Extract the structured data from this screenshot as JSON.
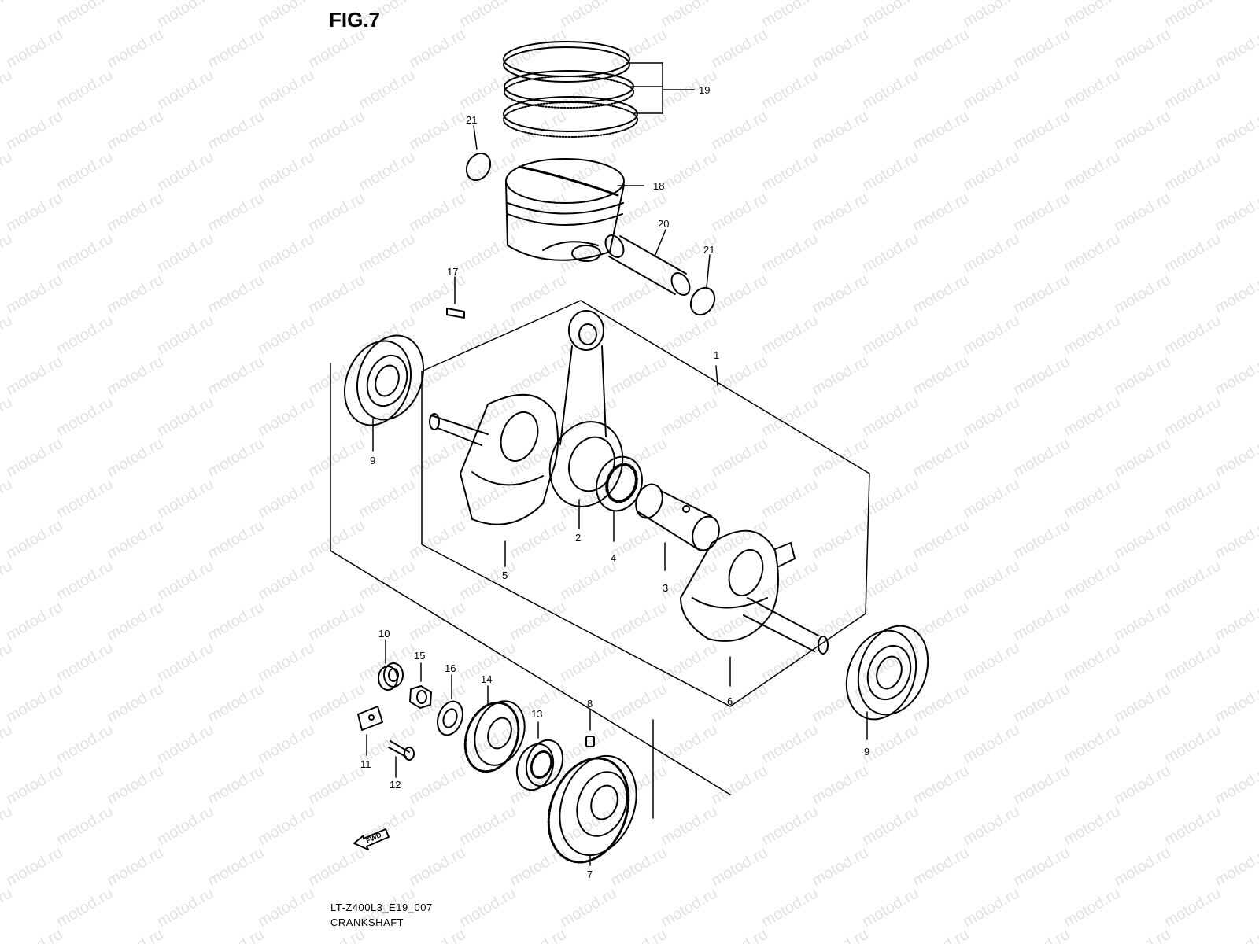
{
  "figure_title": "FIG.7",
  "watermark": "motod.ru",
  "fwd_label": "FWD",
  "caption_code": "LT-Z400L3_E19_007",
  "caption_name": "CRANKSHAFT",
  "callouts": {
    "c1": "1",
    "c2": "2",
    "c3": "3",
    "c4": "4",
    "c5": "5",
    "c6": "6",
    "c7": "7",
    "c8": "8",
    "c9a": "9",
    "c9b": "9",
    "c10": "10",
    "c11": "11",
    "c12": "12",
    "c13": "13",
    "c14": "14",
    "c15": "15",
    "c16": "16",
    "c17": "17",
    "c18": "18",
    "c19": "19",
    "c20": "20",
    "c21a": "21",
    "c21b": "21"
  },
  "colors": {
    "line": "#000000",
    "watermark": "#e2e2e2",
    "background": "#ffffff"
  }
}
